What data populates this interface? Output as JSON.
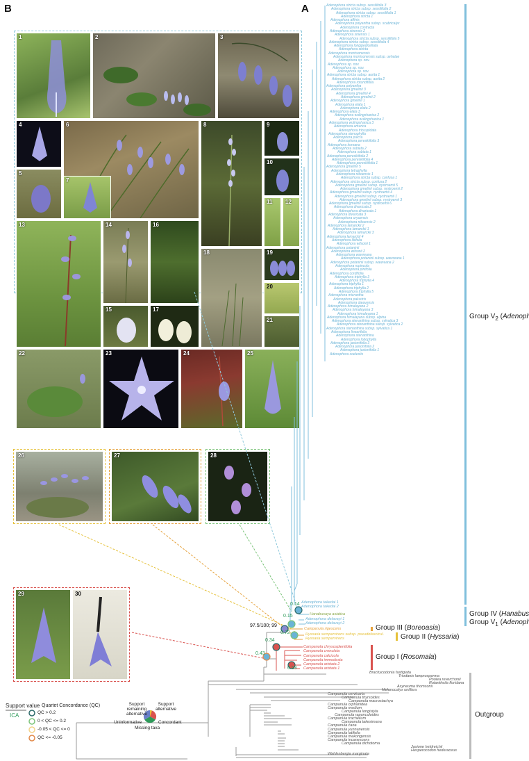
{
  "panel_labels": {
    "a": "A",
    "b": "B"
  },
  "photos": [
    "1",
    "2",
    "3",
    "4",
    "5",
    "6",
    "7",
    "8",
    "9",
    "10",
    "11",
    "12",
    "13",
    "14",
    "15",
    "16",
    "17",
    "18",
    "19",
    "20",
    "21",
    "22",
    "23",
    "24",
    "25",
    "26",
    "27",
    "28",
    "29",
    "30"
  ],
  "tips_adenophora_sample": [
    "Adenophora stricta subsp. sessilifolia 3",
    "Adenophora stricta subsp. sessilifolia 2",
    "Adenophora stricta subsp. sessilifolia 1",
    "Adenophora stricta 1",
    "Adenophora affinis",
    "Adenophora polyantha subsp. scabricalyx",
    "Adenophora contracta",
    "Adenophora sinensis 2",
    "Adenophora sinensis 1",
    "Adenophora stricta subsp. sessilifolia 5",
    "Adenophora stricta subsp. sessilifolia 4",
    "Adenophora longipedicellata",
    "Adenophora stricta",
    "Adenophora morrisonensis",
    "Adenophora morrisonensis subsp. uehatae",
    "Adenophora sp. nov.",
    "Adenophora sp. nov.",
    "Adenophora sp. nov.",
    "Adenophora sp. nov.",
    "Adenophora stricta subsp. aurita 1",
    "Adenophora stricta subsp. aurita 2",
    "Adenophora rotundifolia",
    "Adenophora polyantha",
    "Adenophora gmelinii 3",
    "Adenophora gmelinii 4",
    "Adenophora gmelinii 2",
    "Adenophora gmelinii 1",
    "Adenophora elata 1",
    "Adenophora elata 2",
    "Adenophora elata 3",
    "Adenophora wulingshanica 2",
    "Adenophora wulingshanica 1",
    "Adenophora wulingshanica 3",
    "Adenophora amurica",
    "Adenophora tricuspidata",
    "Adenophora stenophylla",
    "Adenophora pulcra",
    "Adenophora pereskiifolia 3",
    "Adenophora koreana",
    "Adenophora subiata 2",
    "Adenophora subiata 1",
    "Adenophora pereskiifolia 2",
    "Adenophora pereskiifolia 4",
    "Adenophora pereskiifolia 1",
    "Adenophora gmelinii 5",
    "Adenophora tetraphylla",
    "Adenophora nikoensis 1",
    "Adenophora stricta subsp. confusa 1",
    "Adenophora stricta subsp. confusa 2",
    "Adenophora gmelinii subsp. nystroemii 5",
    "Adenophora gmelinii subsp. nystroemii 2",
    "Adenophora gmelinii subsp. nystroemii 4",
    "Adenophora gmelinii subsp. nystroemii 1",
    "Adenophora gmelinii subsp. nystroemii 3",
    "Adenophora gmelinii subsp. nystroemii 6",
    "Adenophora divaricata 2",
    "Adenophora divaricata 1",
    "Adenophora divaricata 3",
    "Adenophora uryuensis",
    "Adenophora nikoensis 2",
    "Adenophora lamarckii 2",
    "Adenophora lamarckii 1",
    "Adenophora lamarckii 3",
    "Adenophora lamarckii 4",
    "Adenophora liliifolia",
    "Adenophora wilsonii 1",
    "Adenophora potaninii",
    "Adenophora wilsonii 2",
    "Adenophora wawreana",
    "Adenophora potaninii subsp. wawreana 1",
    "Adenophora potaninii subsp. wawreana 2",
    "Adenophora rupincola",
    "Adenophora pinifolia",
    "Adenophora cordifolia",
    "Adenophora triphylla 3",
    "Adenophora triphylla 4",
    "Adenophora triphylla 1",
    "Adenophora triphylla 2",
    "Adenophora triphylla 5",
    "Adenophora micrantha",
    "Adenophora palustris",
    "Adenophora dawuensis",
    "Adenophora himalayana 2",
    "Adenophora himalayana 3",
    "Adenophora himalayana 1",
    "Adenophora himalayana subsp. alpina",
    "Adenophora stenanthina subsp. sylvatica 3",
    "Adenophora stenanthina subsp. sylvatica 2",
    "Adenophora stenanthina subsp. sylvatica 1",
    "Adenophora linearifolia",
    "Adenophora stenanthina",
    "Adenophora lobophylla",
    "Adenophora jasionifolia 3",
    "Adenophora jasionifolia 2",
    "Adenophora jasionifolia 1",
    "Adenophora coelestis"
  ],
  "groups": [
    {
      "label": "Group V",
      "sub": "2",
      "name": "Adenophora",
      "color": "#7fbfdc"
    },
    {
      "label": "Group IV",
      "sub": "",
      "name": "Hanabusaya",
      "color": "#7fbfdc"
    },
    {
      "label": "Group V",
      "sub": "1",
      "name": "Adenophora",
      "color": "#7fbfdc"
    },
    {
      "label": "Group III",
      "sub": "",
      "name": "Boreoasia",
      "color": "#e6a23c"
    },
    {
      "label": "Group II",
      "sub": "",
      "name": "Hyssaria",
      "color": "#e6c23c"
    },
    {
      "label": "Group I",
      "sub": "",
      "name": "Rosomala",
      "color": "#d9534f"
    },
    {
      "label": "Outgroup",
      "sub": "",
      "name": "",
      "color": "#bbbbbb"
    }
  ],
  "support_labels": {
    "main": "97.5/100; 99",
    "n1": "0.14",
    "n2": "0.15",
    "n3": "0.34",
    "n4": "0.72",
    "n5": "0.43",
    "n6": "0.53"
  },
  "tips_small_groups": {
    "group_iv": [
      "Adenophora takedai 1",
      "Adenophora takedai 2"
    ],
    "hanabusaya": [
      "Hanabusaya asiatica"
    ],
    "group_v1": [
      "Adenophora delavayi 1",
      "Adenophora delavayi 2"
    ],
    "group_iii": [
      "Campanula rigescens"
    ],
    "group_ii": [
      "Hyssaria sempervirens subsp. pseudofascicul.",
      "Hyssaria sempervirens"
    ],
    "group_i": [
      "Campanula chrysosplenifolia",
      "Campanula crenulata",
      "Campanula calcicola",
      "Campanula immodesta",
      "Campanula aristata 2",
      "Campanula aristata 1"
    ],
    "outgroup": [
      "Brachycodonia fastigiata",
      "Triodanis lamprosperma",
      "Pooiea reverchonii",
      "Rotantheila floridana",
      "Asyneuma thomsonii",
      "Melanocalyx uniflora",
      "Campanula cervicaria",
      "Campanula thyrsoides",
      "Campanula macrostachya",
      "Campanula orphanidea",
      "Campanula medium",
      "Campanula longistyla",
      "Campanula rapunculoides",
      "Campanula trachelium",
      "Campanula takesimana",
      "Campanula cana",
      "Campanula yunnanensis",
      "Campanula latifolia",
      "Campanula mekongensis",
      "Campanula incanescens",
      "Campanula dichotoma",
      "Jasione heldreichii",
      "Hesperocodon hederaceus",
      "Wahlenbergia marginata"
    ]
  },
  "legend": {
    "support_value": "Support value",
    "ica": "ICA",
    "qc_title": "Quartet Concordance (QC)",
    "qc_items": [
      "QC > 0.2",
      "0 < QC <= 0.2",
      "-0.05 < QC <= 0",
      "QC <= -0.05"
    ],
    "qc_colors": [
      "#2d6b6b",
      "#7cc47a",
      "#f3d38a",
      "#e28a4a"
    ],
    "pie_support_remaining": "Support remaining alternative",
    "pie_support_alternative": "Support alternative",
    "pie_uninformative": "Uninformative",
    "pie_concordant": "Concordant",
    "pie_missing": "Missing taxa"
  },
  "colors": {
    "adenophora": "#7fbfdc",
    "group_iii": "#e6a23c",
    "group_ii": "#e6c23c",
    "group_i": "#d9534f",
    "outgroup": "#9a9a9a",
    "ica": "#2e9a5a"
  }
}
